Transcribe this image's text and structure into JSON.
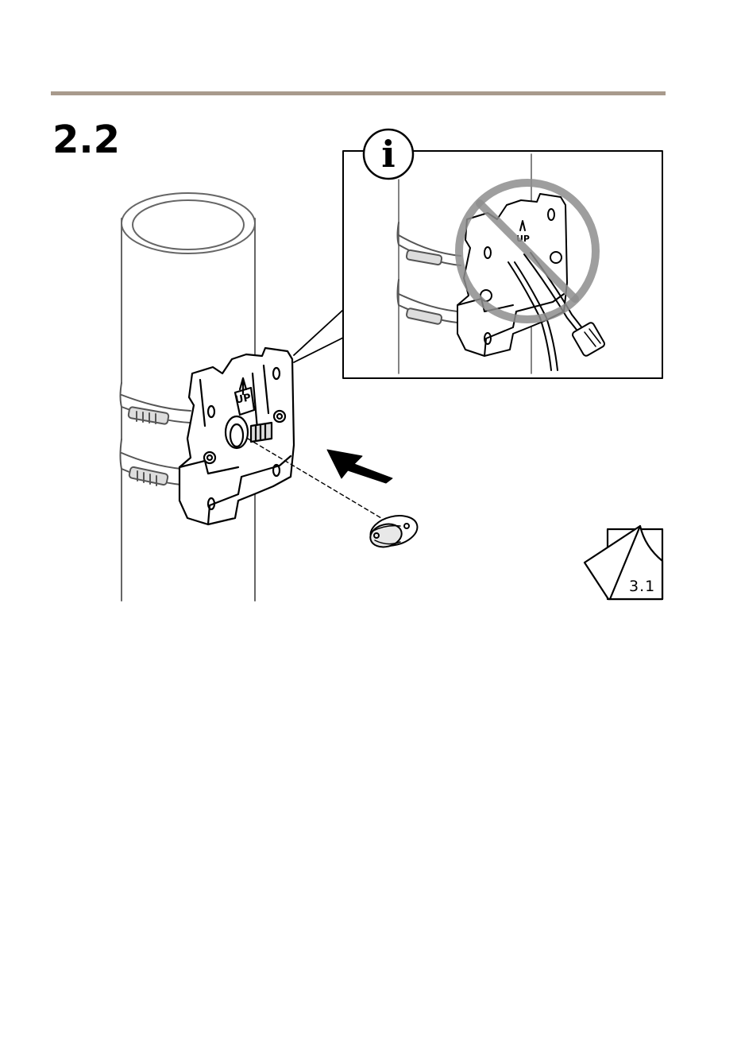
{
  "step": {
    "number": "2.2"
  },
  "info": {
    "symbol": "i"
  },
  "reference": {
    "label": "3.1"
  },
  "colors": {
    "rule": "#a89a8c",
    "prohibit": "#8d8d8d",
    "line": "#000000"
  },
  "icons": [
    "info-icon",
    "page-reference-icon",
    "prohibited-icon",
    "insertion-arrow-icon"
  ]
}
